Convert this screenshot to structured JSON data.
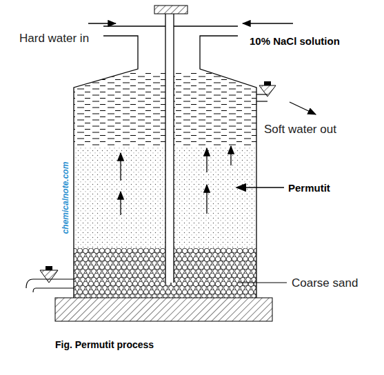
{
  "diagram": {
    "caption": "Fig. Permutit process",
    "labels": [
      "Hard water in",
      "10% NaCl solution",
      "Soft water out",
      "Permutit",
      "Coarse sand",
      "chemicalnote.com"
    ]
  }
}
